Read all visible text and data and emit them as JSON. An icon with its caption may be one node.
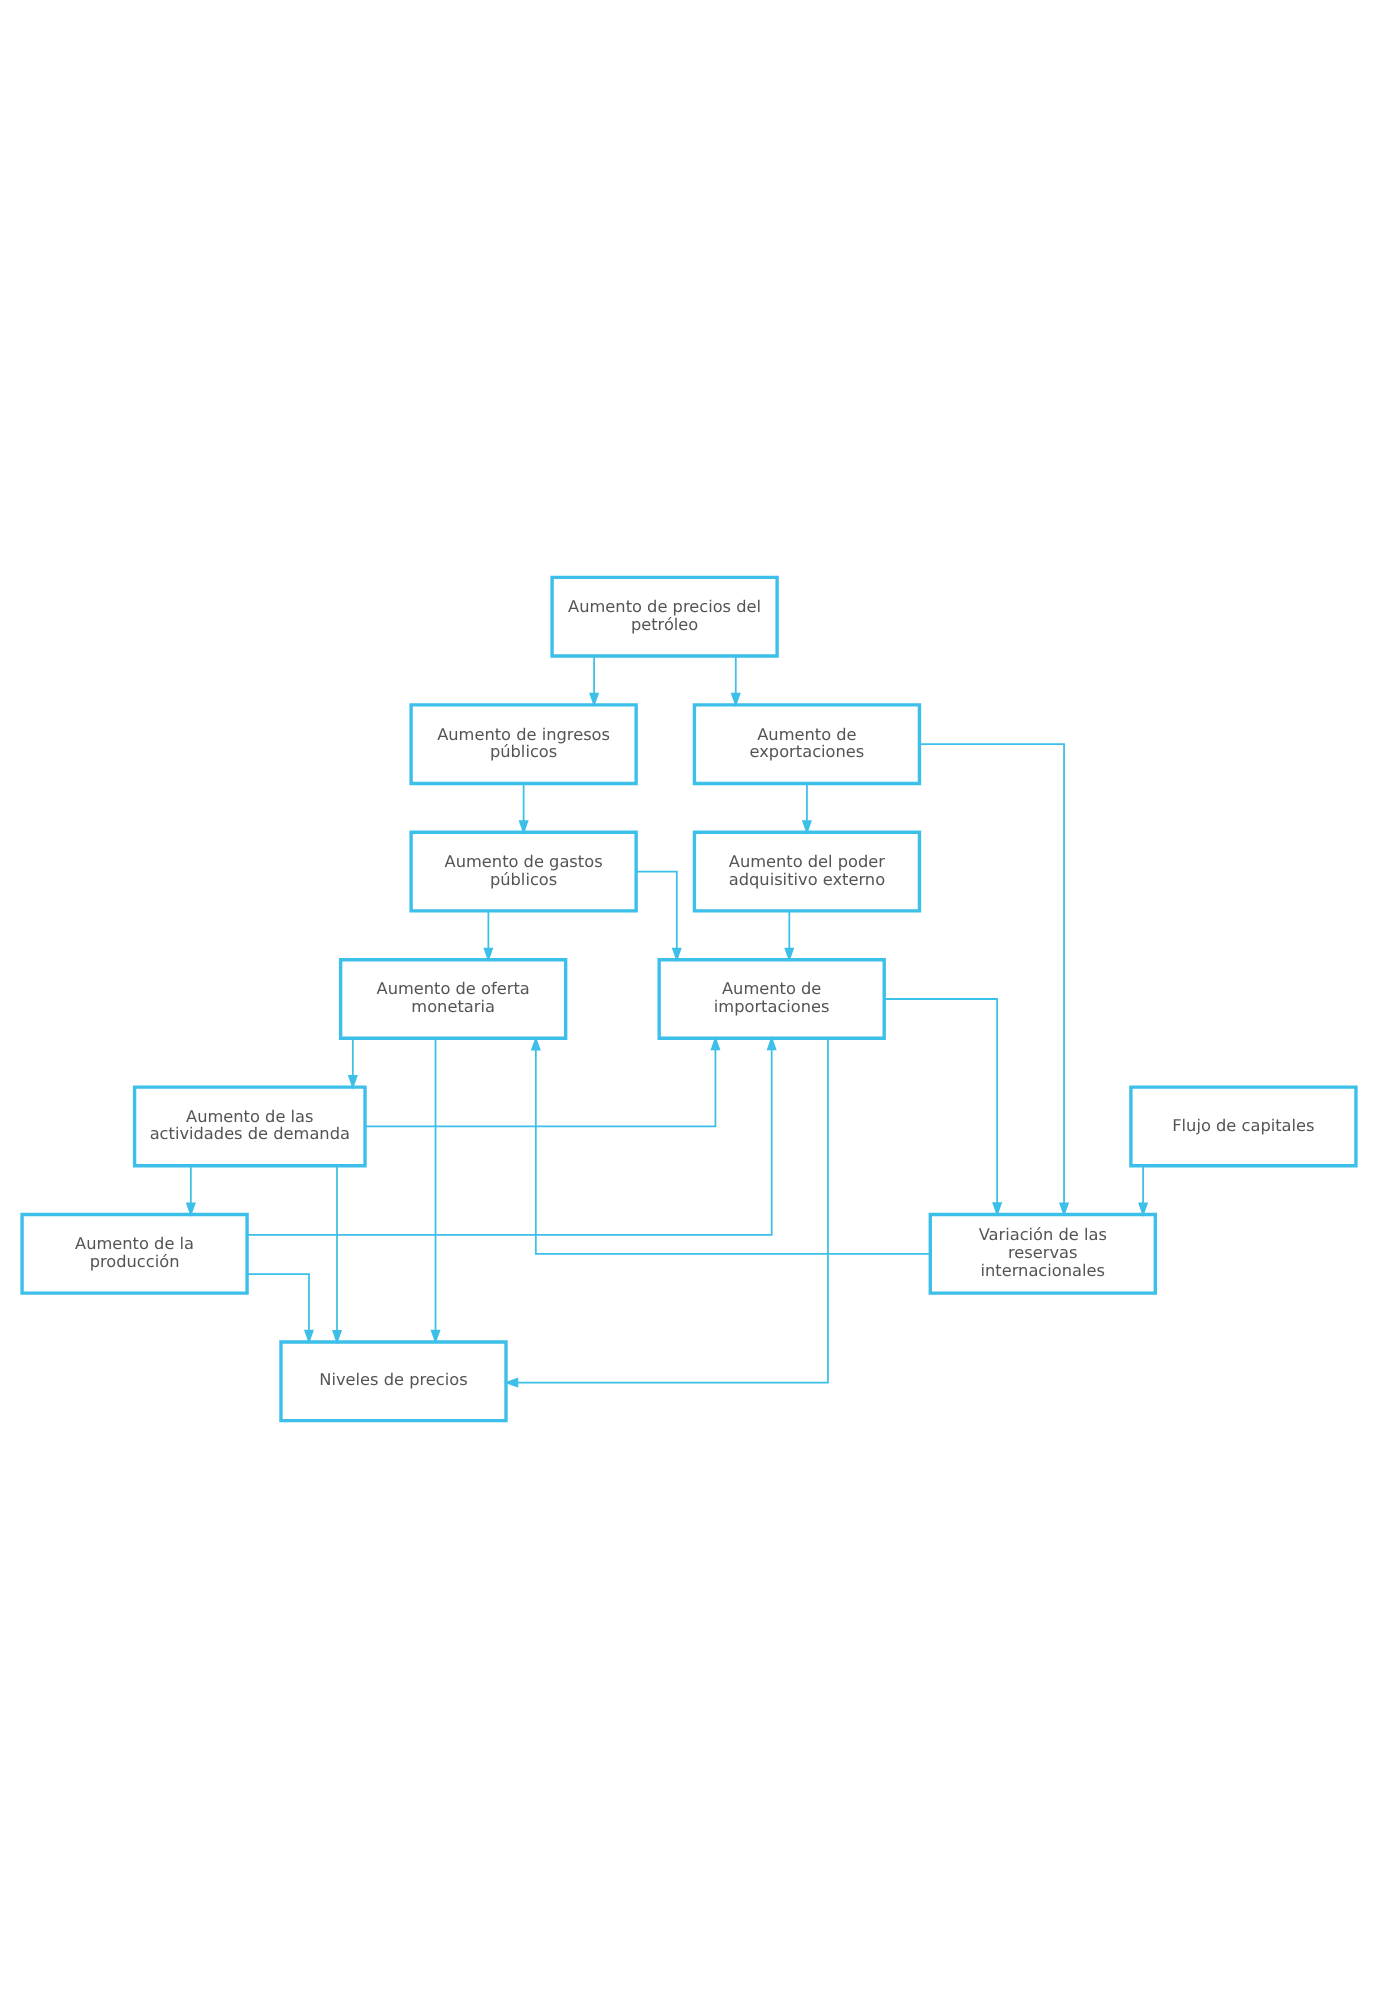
{
  "diagram": {
    "nodes": [
      {
        "text": [
          "Aumento de precios del petróleo"
        ]
      },
      {
        "text": [
          "Aumento de ingresos públicos"
        ]
      },
      {
        "text": [
          "Aumento de exportaciones"
        ]
      },
      {
        "text": [
          "Aumento de gastos públicos"
        ]
      },
      {
        "text": [
          "Aumento del poder adquisitivo externo"
        ]
      },
      {
        "text": [
          "Aumento de oferta monetaria"
        ]
      },
      {
        "text": [
          "Aumento de importaciones"
        ]
      },
      {
        "text": [
          "Aumento de las actividades de demanda"
        ]
      },
      {
        "text": [
          "Flujo de capitales"
        ]
      },
      {
        "text": [
          "Aumento de la producción"
        ]
      },
      {
        "text": [
          "Variación de las reservas internacionales"
        ]
      },
      {
        "text": [
          "Niveles de precios"
        ]
      }
    ],
    "edges": [
      {
        "from": 0,
        "to": 1,
        "arrow": "to"
      },
      {
        "from": 0,
        "to": 2,
        "arrow": "to"
      },
      {
        "from": 1,
        "to": 3,
        "arrow": "to"
      },
      {
        "from": 2,
        "to": 4,
        "arrow": "to"
      },
      {
        "from": 2,
        "to": 10,
        "arrow": "to"
      },
      {
        "from": 3,
        "to": 5,
        "arrow": "to"
      },
      {
        "from": 3,
        "to": 6,
        "arrow": "to"
      },
      {
        "from": 4,
        "to": 6,
        "arrow": "to"
      },
      {
        "from": 5,
        "to": 7,
        "arrow": "to"
      },
      {
        "from": 5,
        "to": 11,
        "arrow": "to"
      },
      {
        "from": 6,
        "to": 10,
        "arrow": "to"
      },
      {
        "from": 6,
        "to": 11,
        "arrow": "to"
      },
      {
        "from": 7,
        "to": 6,
        "arrow": "to"
      },
      {
        "from": 7,
        "to": 9,
        "arrow": "to"
      },
      {
        "from": 7,
        "to": 11,
        "arrow": "to"
      },
      {
        "from": 9,
        "to": 6,
        "arrow": "to"
      },
      {
        "from": 9,
        "to": 11,
        "arrow": "to"
      },
      {
        "from": 8,
        "to": 10,
        "arrow": "to"
      },
      {
        "from": 10,
        "to": 5,
        "arrow": "to"
      }
    ]
  }
}
